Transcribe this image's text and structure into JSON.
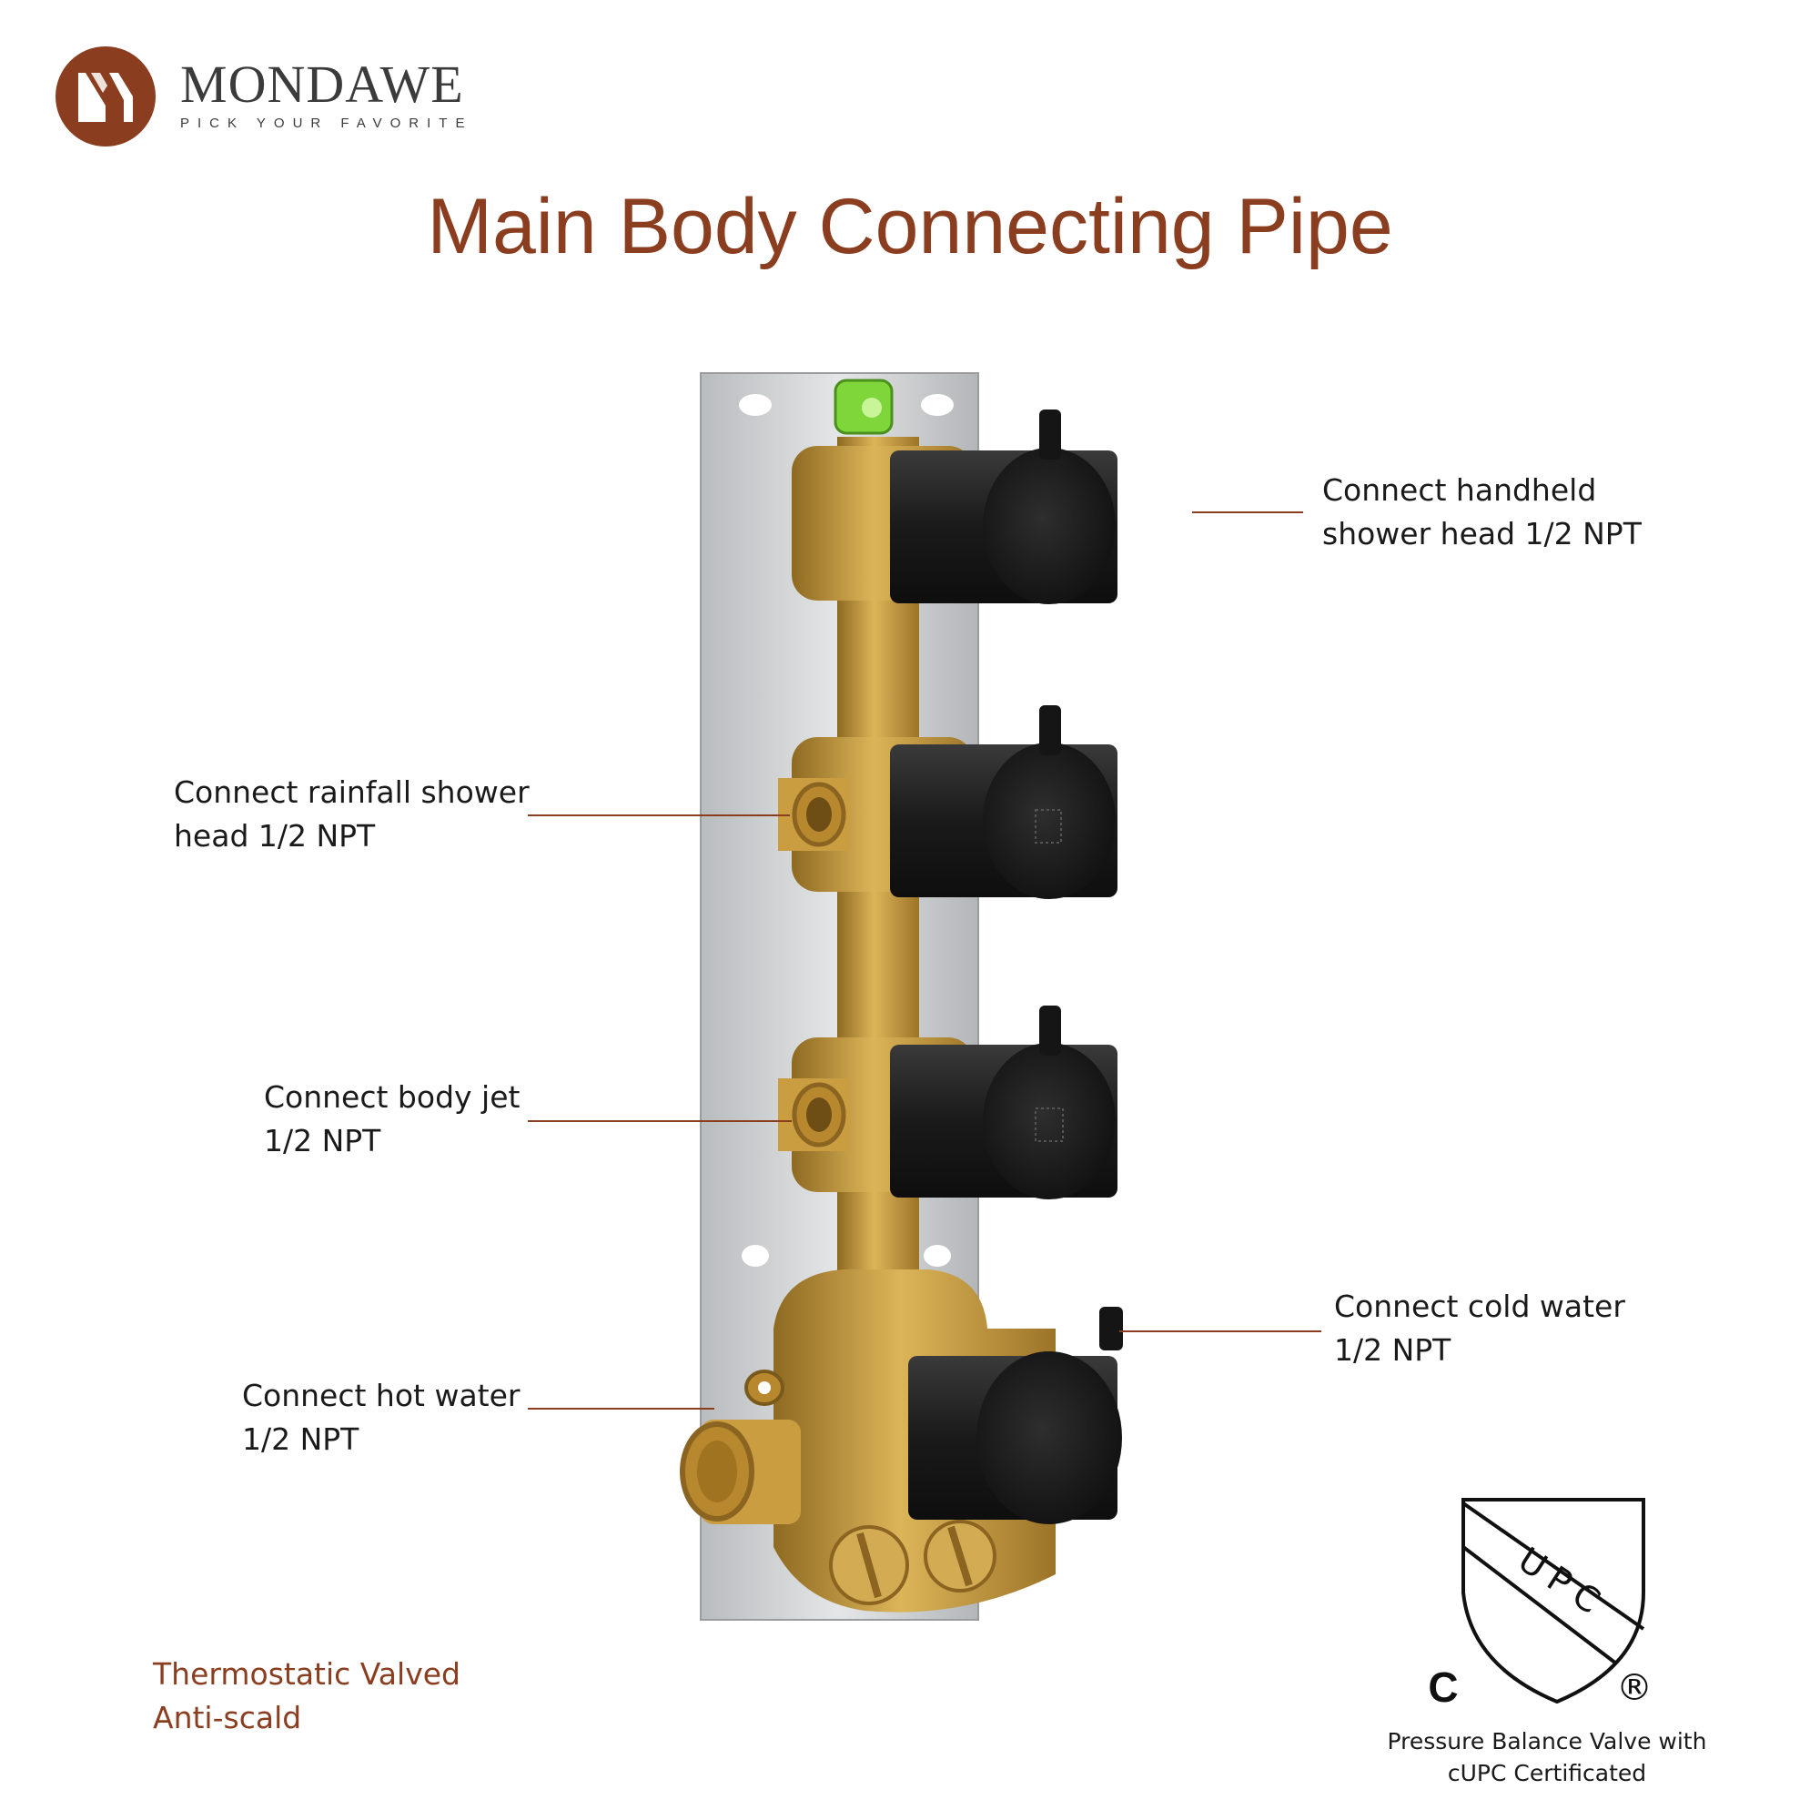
{
  "brand": {
    "name": "MONDAWE",
    "tagline": "PICK YOUR FAVORITE",
    "logo_color": "#8b3e1f"
  },
  "title": "Main Body Connecting Pipe",
  "callouts": {
    "handheld": {
      "line1": "Connect handheld",
      "line2": "shower head  1/2 NPT"
    },
    "rainfall": {
      "line1": "Connect rainfall shower",
      "line2": "head  1/2 NPT"
    },
    "bodyjet": {
      "line1": "Connect body jet",
      "line2": "1/2 NPT"
    },
    "hot": {
      "line1": "Connect hot water",
      "line2": "1/2 NPT"
    },
    "cold": {
      "line1": "Connect cold water",
      "line2": "1/2 NPT"
    }
  },
  "features": {
    "line1": "Thermostatic Valved",
    "line2": "Anti-scald"
  },
  "certification": {
    "mark_text": "UPC",
    "c_text": "C",
    "registered": "®",
    "caption_line1": "Pressure Balance Valve with",
    "caption_line2": "cUPC Certificated"
  },
  "colors": {
    "accent": "#8b3e1f",
    "brass": "#c49a3a",
    "handle": "#1e1e1e",
    "plate": "#c9cbcc"
  }
}
